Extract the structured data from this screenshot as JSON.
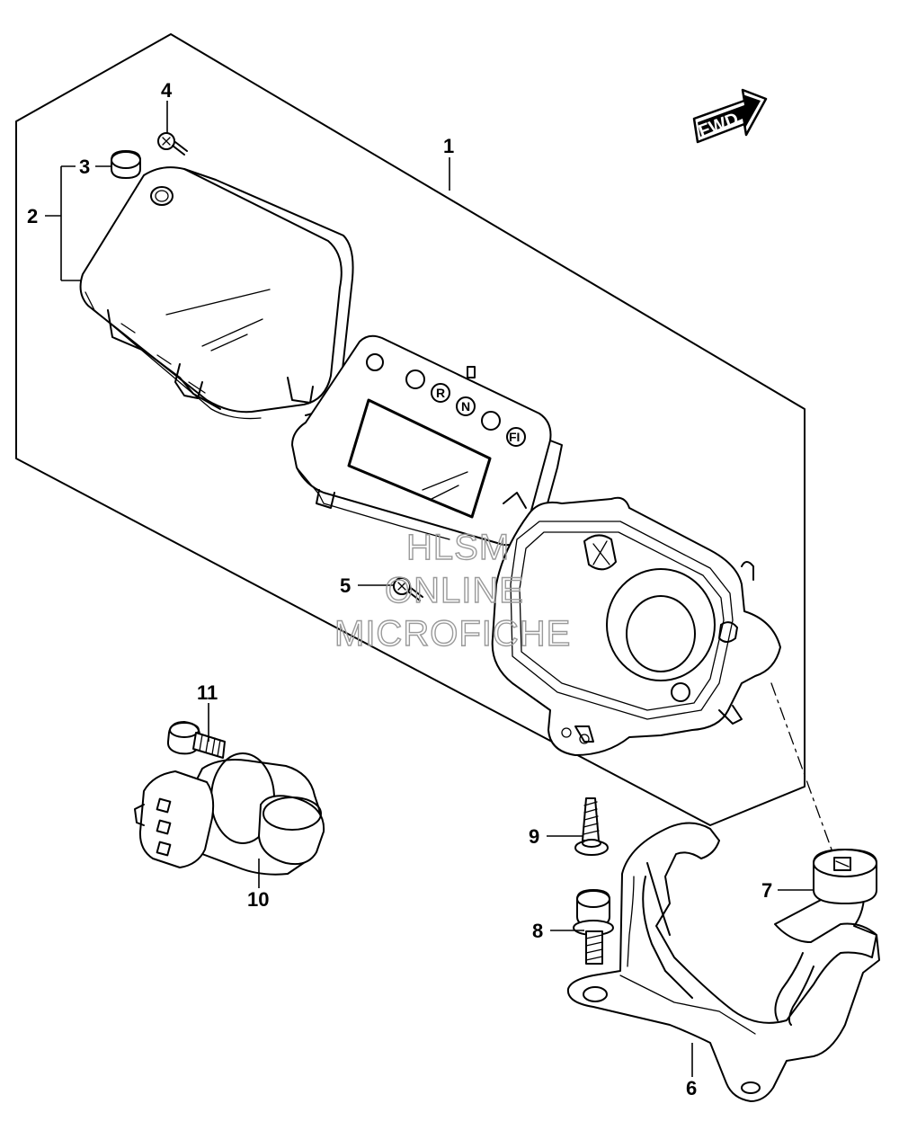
{
  "diagram": {
    "callouts": [
      {
        "id": "1",
        "label": "1"
      },
      {
        "id": "2",
        "label": "2"
      },
      {
        "id": "3",
        "label": "3"
      },
      {
        "id": "4",
        "label": "4"
      },
      {
        "id": "5",
        "label": "5"
      },
      {
        "id": "6",
        "label": "6"
      },
      {
        "id": "7",
        "label": "7"
      },
      {
        "id": "8",
        "label": "8"
      },
      {
        "id": "9",
        "label": "9"
      },
      {
        "id": "10",
        "label": "10"
      },
      {
        "id": "11",
        "label": "11"
      }
    ],
    "direction_badge": "FWD",
    "indicator_letters": [
      "R",
      "N",
      "FI"
    ],
    "watermark": [
      "HLSM",
      "ONLINE",
      "MICROFICHE"
    ]
  }
}
